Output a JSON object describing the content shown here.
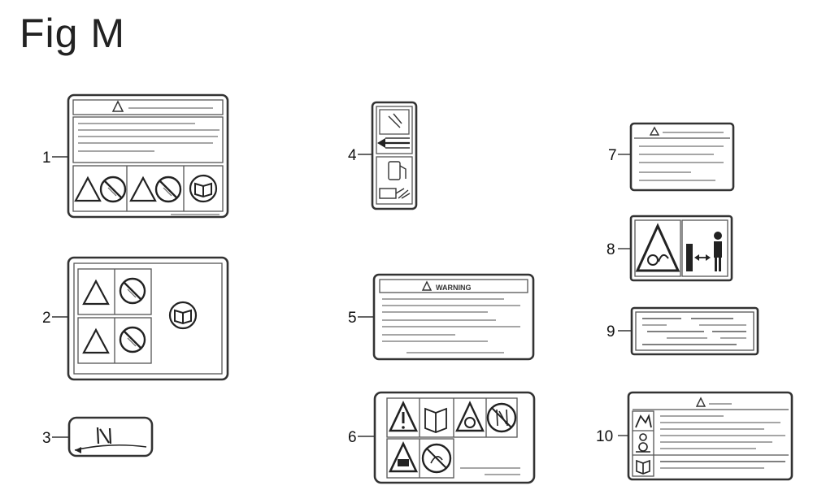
{
  "figure": {
    "title": "Fig M"
  },
  "callouts": [
    "1",
    "2",
    "3",
    "4",
    "5",
    "6",
    "7",
    "8",
    "9",
    "10"
  ],
  "decal_5": {
    "signal_word": "WARNING"
  }
}
